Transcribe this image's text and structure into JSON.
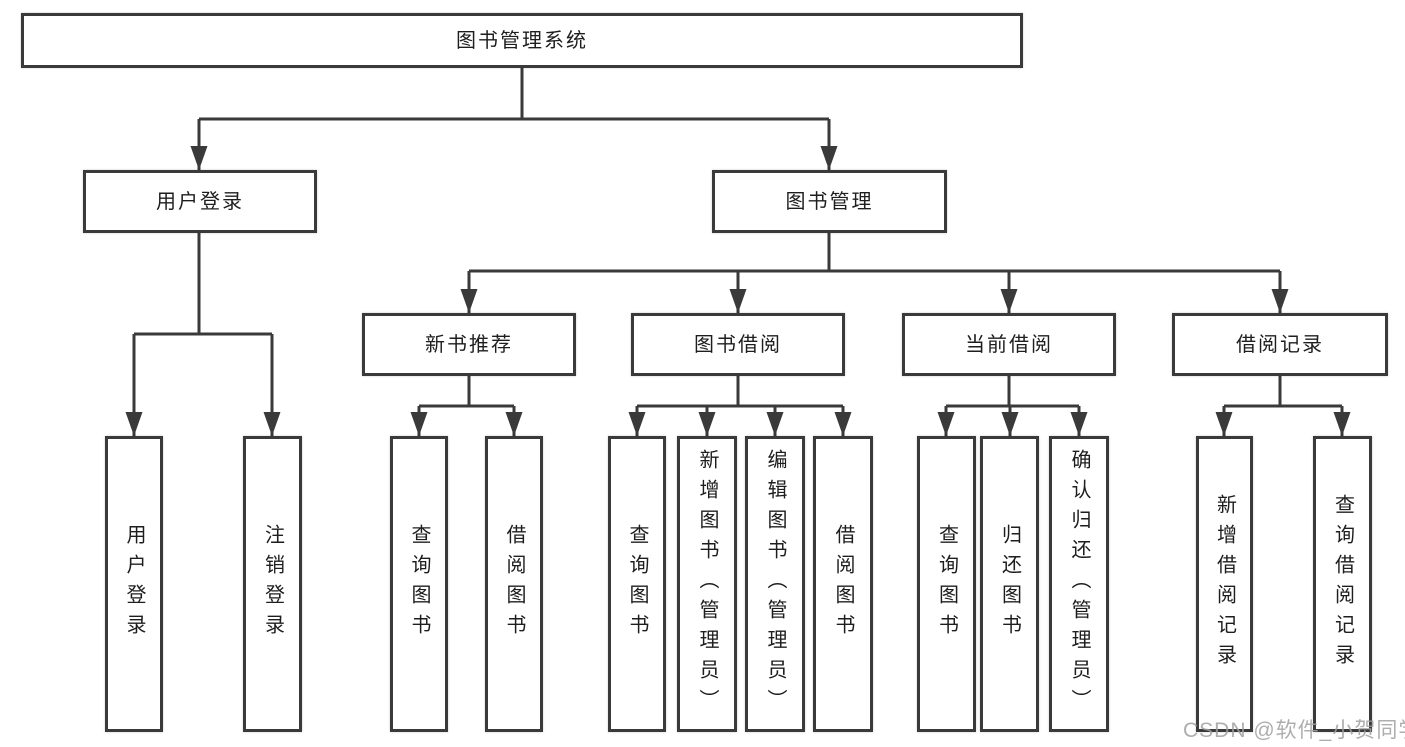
{
  "diagram": {
    "type": "tree-diagram",
    "tree": {
      "label": "图书管理系统",
      "children": [
        {
          "label": "用户登录",
          "children": [
            {
              "label": "用户登录"
            },
            {
              "label": "注销登录"
            }
          ]
        },
        {
          "label": "图书管理",
          "children": [
            {
              "label": "新书推荐",
              "children": [
                {
                  "label": "查询图书"
                },
                {
                  "label": "借阅图书"
                }
              ]
            },
            {
              "label": "图书借阅",
              "children": [
                {
                  "label": "查询图书"
                },
                {
                  "label": "新增图书（管理员）"
                },
                {
                  "label": "编辑图书（管理员）"
                },
                {
                  "label": "借阅图书"
                }
              ]
            },
            {
              "label": "当前借阅",
              "children": [
                {
                  "label": "查询图书"
                },
                {
                  "label": "归还图书"
                },
                {
                  "label": "确认归还（管理员）"
                }
              ]
            },
            {
              "label": "借阅记录",
              "children": [
                {
                  "label": "新增借阅记录"
                },
                {
                  "label": "查询借阅记录"
                }
              ]
            }
          ]
        }
      ]
    },
    "colors": {
      "line": "#3a3a3a",
      "text": "#1e1e1e",
      "background": "#ffffff",
      "watermark": "#a0a0a0"
    }
  },
  "watermark": {
    "text": "CSDN @软件_小贺同学"
  }
}
